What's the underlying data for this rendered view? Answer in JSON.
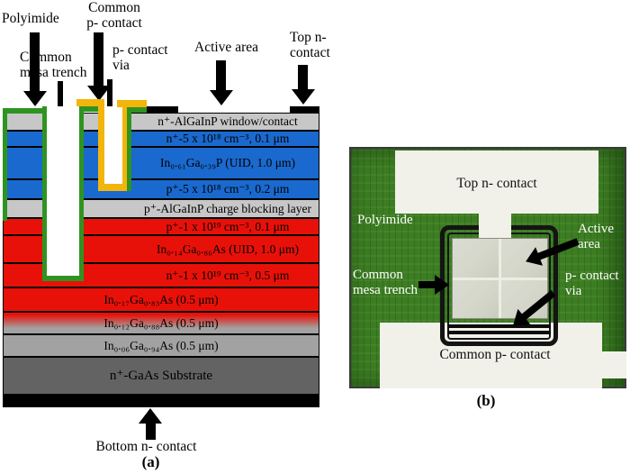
{
  "colors": {
    "green": "#2f9321",
    "gold": "#f2b50b",
    "blue": "#1a69ce",
    "red": "#e81109",
    "layer_gray": "#c7c7c7",
    "layer_gray2": "#a2a2a2",
    "substrate_gray": "#636363",
    "photo_green": "#3c7d22",
    "pad_white": "#f1f1ea",
    "active_gray": "#d4d6ca"
  },
  "panel_a": {
    "caption": "(a)",
    "callouts": {
      "polyimide": "Polyimide",
      "common_p_contact_l1": "Common",
      "common_p_contact_l2": "p- contact",
      "common_mesa_trench_l1": "Common",
      "common_mesa_trench_l2": "mesa trench",
      "p_contact_via_l1": "p- contact",
      "p_contact_via_l2": "via",
      "active_area": "Active area",
      "top_n_contact_l1": "Top n-",
      "top_n_contact_l2": "contact",
      "bottom_n_contact": "Bottom n- contact"
    },
    "layers": [
      {
        "label": "n⁺-AlGaInP window/contact",
        "color": "layer_gray"
      },
      {
        "label": "n⁺-5 x 10¹⁸ cm⁻³, 0.1 μm",
        "color": "blue"
      },
      {
        "label": "In₀.₆₁Ga₀.₃₉P (UID, 1.0 μm)",
        "color": "blue"
      },
      {
        "label": "p⁺-5 x 10¹⁸ cm⁻³, 0.2 μm",
        "color": "blue"
      },
      {
        "label": "p⁺-AlGaInP charge blocking layer",
        "color": "layer_gray"
      },
      {
        "label": "p⁺-1 x 10¹⁹ cm⁻³, 0.1 μm",
        "color": "red"
      },
      {
        "label": "In₀.₁₄Ga₀.₈₆As (UID, 1.0 μm)",
        "color": "red"
      },
      {
        "label": "n⁺-1 x 10¹⁹ cm⁻³, 0.5 μm",
        "color": "red"
      },
      {
        "label": "In₀.₁₇Ga₀.₈₃As (0.5 μm)",
        "color": "red"
      },
      {
        "label": "In₀.₁₂Ga₀.₈₈As (0.5 μm)",
        "color": "red_to_gray_gradient"
      },
      {
        "label": "In₀.₀₆Ga₀.₉₄As (0.5 μm)",
        "color": "layer_gray2"
      },
      {
        "label": "n⁺-GaAs Substrate",
        "color": "substrate_gray"
      }
    ]
  },
  "panel_b": {
    "caption": "(b)",
    "labels": {
      "top_n_contact": "Top n- contact",
      "polyimide": "Polyimide",
      "active_area_l1": "Active",
      "active_area_l2": "area",
      "common_mesa_trench_l1": "Common",
      "common_mesa_trench_l2": "mesa trench",
      "p_contact_via_l1": "p- contact",
      "p_contact_via_l2": "via",
      "common_p_contact": "Common p- contact"
    }
  }
}
